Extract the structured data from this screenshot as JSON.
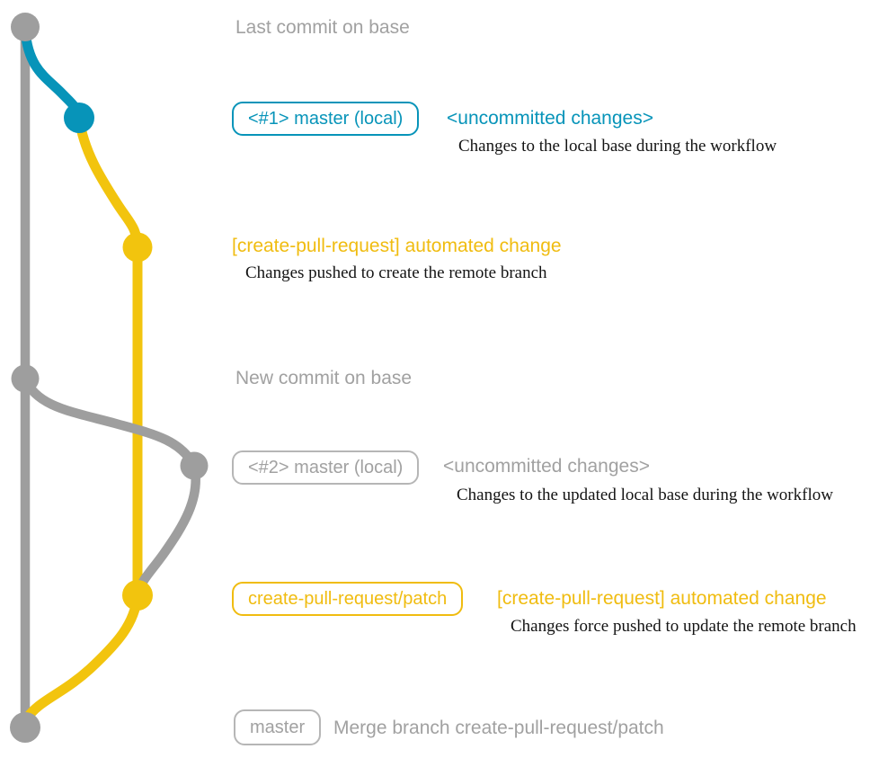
{
  "colors": {
    "teal": "#0794b9",
    "yellow-line": "#f2c40e",
    "yellow-text": "#f0bc10",
    "gray-line": "#9e9e9e",
    "gray-text": "#a1a1a1",
    "gray-border": "#b6b6b6",
    "caption-text": "#141414"
  },
  "annotations": {
    "last_commit_note": "Last commit on base",
    "new_commit_note": "New commit on base",
    "row1": {
      "badge": "<#1> master (local)",
      "title": "<uncommitted changes>",
      "caption": "Changes to the local base during the workflow"
    },
    "row2": {
      "title": "[create-pull-request] automated change",
      "caption": "Changes pushed to create the remote branch"
    },
    "row3": {
      "badge": "<#2> master (local)",
      "title": "<uncommitted changes>",
      "caption": "Changes to the updated local base during the workflow"
    },
    "row4": {
      "badge": "create-pull-request/patch",
      "title": "[create-pull-request] automated change",
      "caption": "Changes force pushed to update the remote branch"
    },
    "row5": {
      "badge": "master",
      "title": "Merge branch create-pull-request/patch"
    }
  }
}
